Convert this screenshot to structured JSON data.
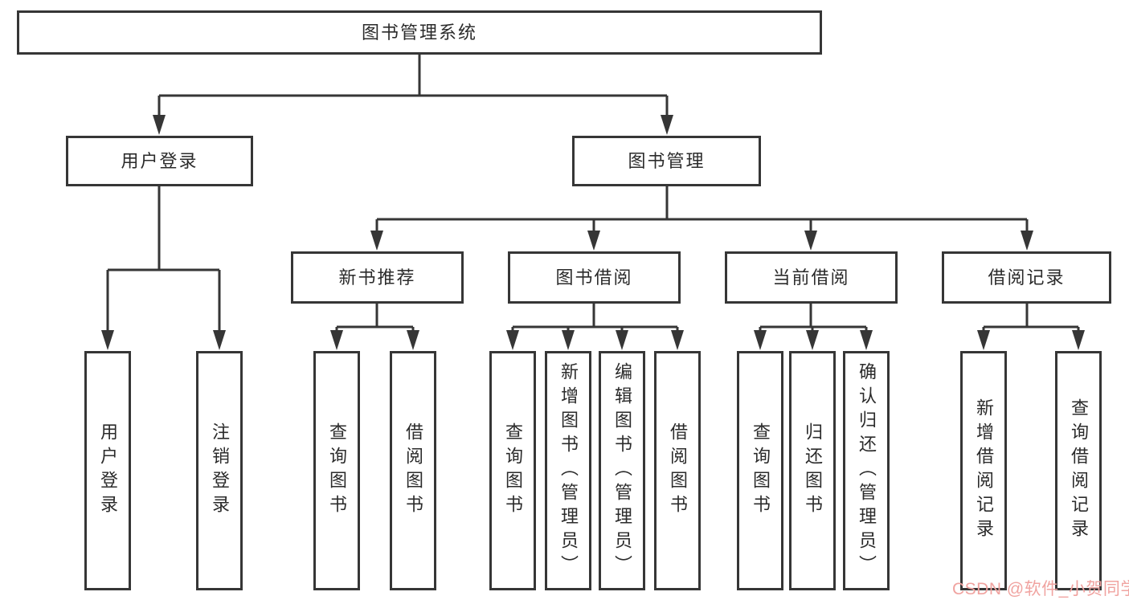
{
  "diagram": {
    "title": "图书管理系统",
    "level2": {
      "user_login": "用户登录",
      "book_management": "图书管理"
    },
    "user_login_children": [
      "用户登录",
      "注销登录"
    ],
    "level3": [
      "新书推荐",
      "图书借阅",
      "当前借阅",
      "借阅记录"
    ],
    "new_book_children": [
      "查询图书",
      "借阅图书"
    ],
    "book_borrow_children": [
      "查询图书",
      "新增图书（管理员）",
      "编辑图书（管理员）",
      "借阅图书"
    ],
    "current_borrow_children": [
      "查询图书",
      "归还图书",
      "确认归还（管理员）"
    ],
    "borrow_record_children": [
      "新增借阅记录",
      "查询借阅记录"
    ]
  },
  "watermark": "CSDN @软件_小贺同学",
  "colors": {
    "line": "#363636",
    "text": "#2b2b2b",
    "watermark": "#f0a3a0",
    "background": "#ffffff"
  }
}
